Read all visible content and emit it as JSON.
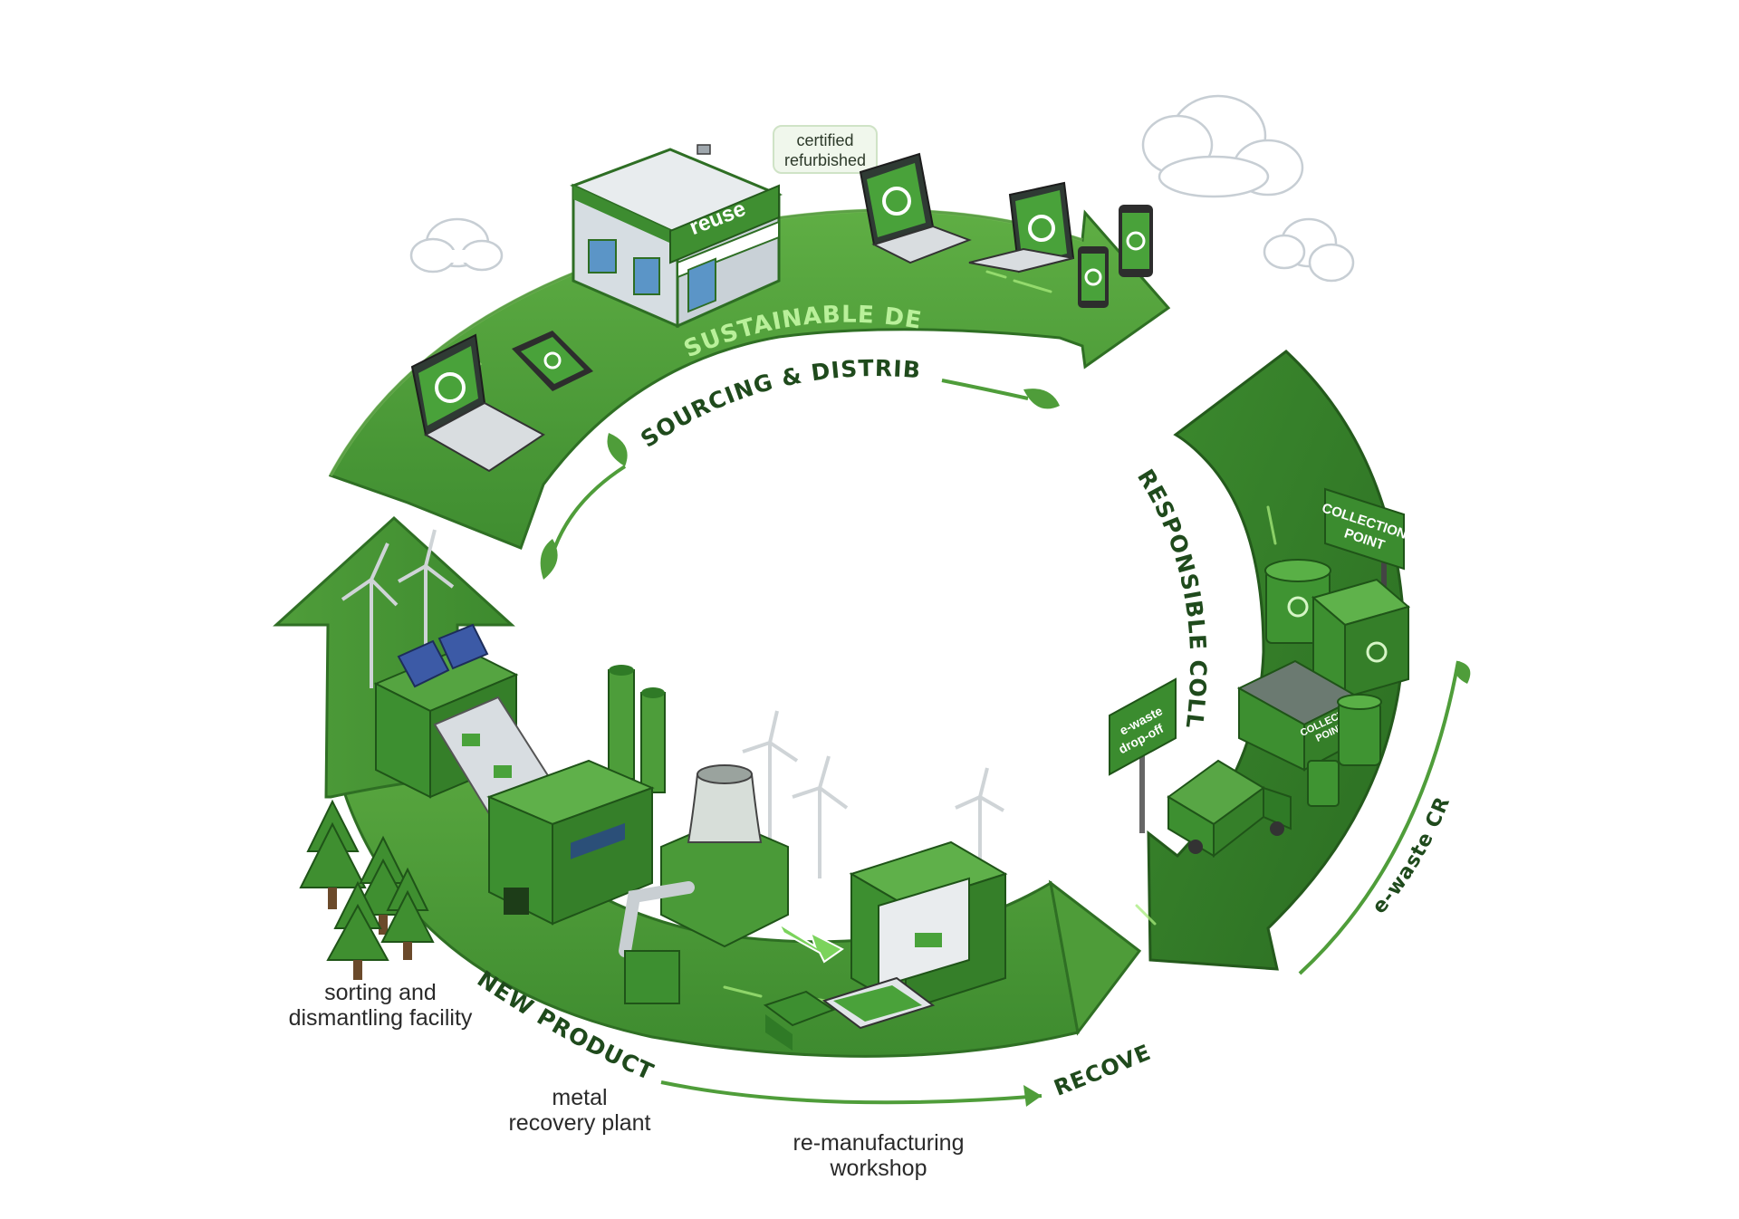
{
  "stages": {
    "design": "SUSTAINABLE DESIGN",
    "sourcing": "SOURCING & DISTRIBUTION",
    "collection": "RESPONSIBLE COLLECTION",
    "recovery": "RECOVERY",
    "production": "NEW PRODUCTION",
    "crib": "e-waste CRIOB"
  },
  "signs": {
    "reuse": "reuse",
    "certified_line1": "certified",
    "certified_line2": "refurbished",
    "collection_point_line1": "COLLECTION",
    "collection_point_line2": "POINT",
    "bin_label_line1": "COLLECTION",
    "bin_label_line2": "POINT",
    "dropoff_line1": "e-waste",
    "dropoff_line2": "drop-off"
  },
  "captions": {
    "sorting_line1": "sorting and",
    "sorting_line2": "dismantling facility",
    "metal_line1": "metal",
    "metal_line2": "recovery plant",
    "remanufacturing_line1": "re-manufacturing",
    "remanufacturing_line2": "workshop"
  },
  "colors": {
    "green_dark": "#2f7a26",
    "green_mid": "#4c9a39",
    "green_light": "#6fb352",
    "accent": "#8fd36a",
    "text": "#1f4a1c"
  },
  "icons": [
    "cloud-icon",
    "recycle-icon",
    "laptop-icon",
    "phone-icon",
    "tree-icon",
    "wind-turbine-icon",
    "solar-panel-icon",
    "recycling-bin-icon",
    "truck-icon",
    "circuit-board-icon",
    "leaf-icon",
    "3d-printer-icon"
  ]
}
